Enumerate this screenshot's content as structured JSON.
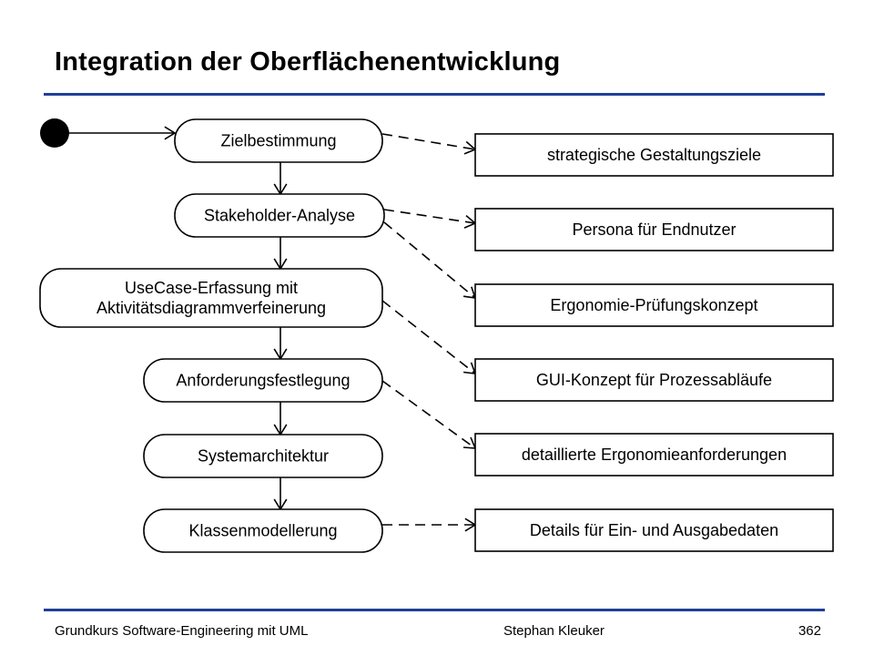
{
  "title": "Integration der Oberflächenentwicklung",
  "activities": [
    {
      "id": "ziel",
      "lines": [
        "Zielbestimmung"
      ]
    },
    {
      "id": "stake",
      "lines": [
        "Stakeholder-Analyse"
      ]
    },
    {
      "id": "usecase",
      "lines": [
        "UseCase-Erfassung mit",
        "Aktivitätsdiagrammverfeinerung"
      ]
    },
    {
      "id": "anford",
      "lines": [
        "Anforderungsfestlegung"
      ]
    },
    {
      "id": "system",
      "lines": [
        "Systemarchitektur"
      ]
    },
    {
      "id": "klassen",
      "lines": [
        "Klassenmodellerung"
      ]
    }
  ],
  "artifacts": [
    {
      "id": "a1",
      "label": "strategische Gestaltungsziele"
    },
    {
      "id": "a2",
      "label": "Persona für Endnutzer"
    },
    {
      "id": "a3",
      "label": "Ergonomie-Prüfungskonzept"
    },
    {
      "id": "a4",
      "label": "GUI-Konzept für Prozessabläufe"
    },
    {
      "id": "a5",
      "label": "detaillierte Ergonomieanforderungen"
    },
    {
      "id": "a6",
      "label": "Details für Ein- und Ausgabedaten"
    }
  ],
  "flow_edges": [
    {
      "from": "start",
      "to": "ziel"
    },
    {
      "from": "ziel",
      "to": "stake"
    },
    {
      "from": "stake",
      "to": "usecase"
    },
    {
      "from": "usecase",
      "to": "anford"
    },
    {
      "from": "anford",
      "to": "system"
    },
    {
      "from": "system",
      "to": "klassen"
    }
  ],
  "object_edges": [
    {
      "from": "ziel",
      "to": "a1"
    },
    {
      "from": "stake",
      "to": "a2"
    },
    {
      "from": "stake",
      "to": "a3"
    },
    {
      "from": "usecase",
      "to": "a4"
    },
    {
      "from": "anford",
      "to": "a5"
    },
    {
      "from": "klassen",
      "to": "a6"
    }
  ],
  "footer": {
    "left": "Grundkurs Software-Engineering mit UML",
    "center": "Stephan Kleuker",
    "page": "362"
  }
}
